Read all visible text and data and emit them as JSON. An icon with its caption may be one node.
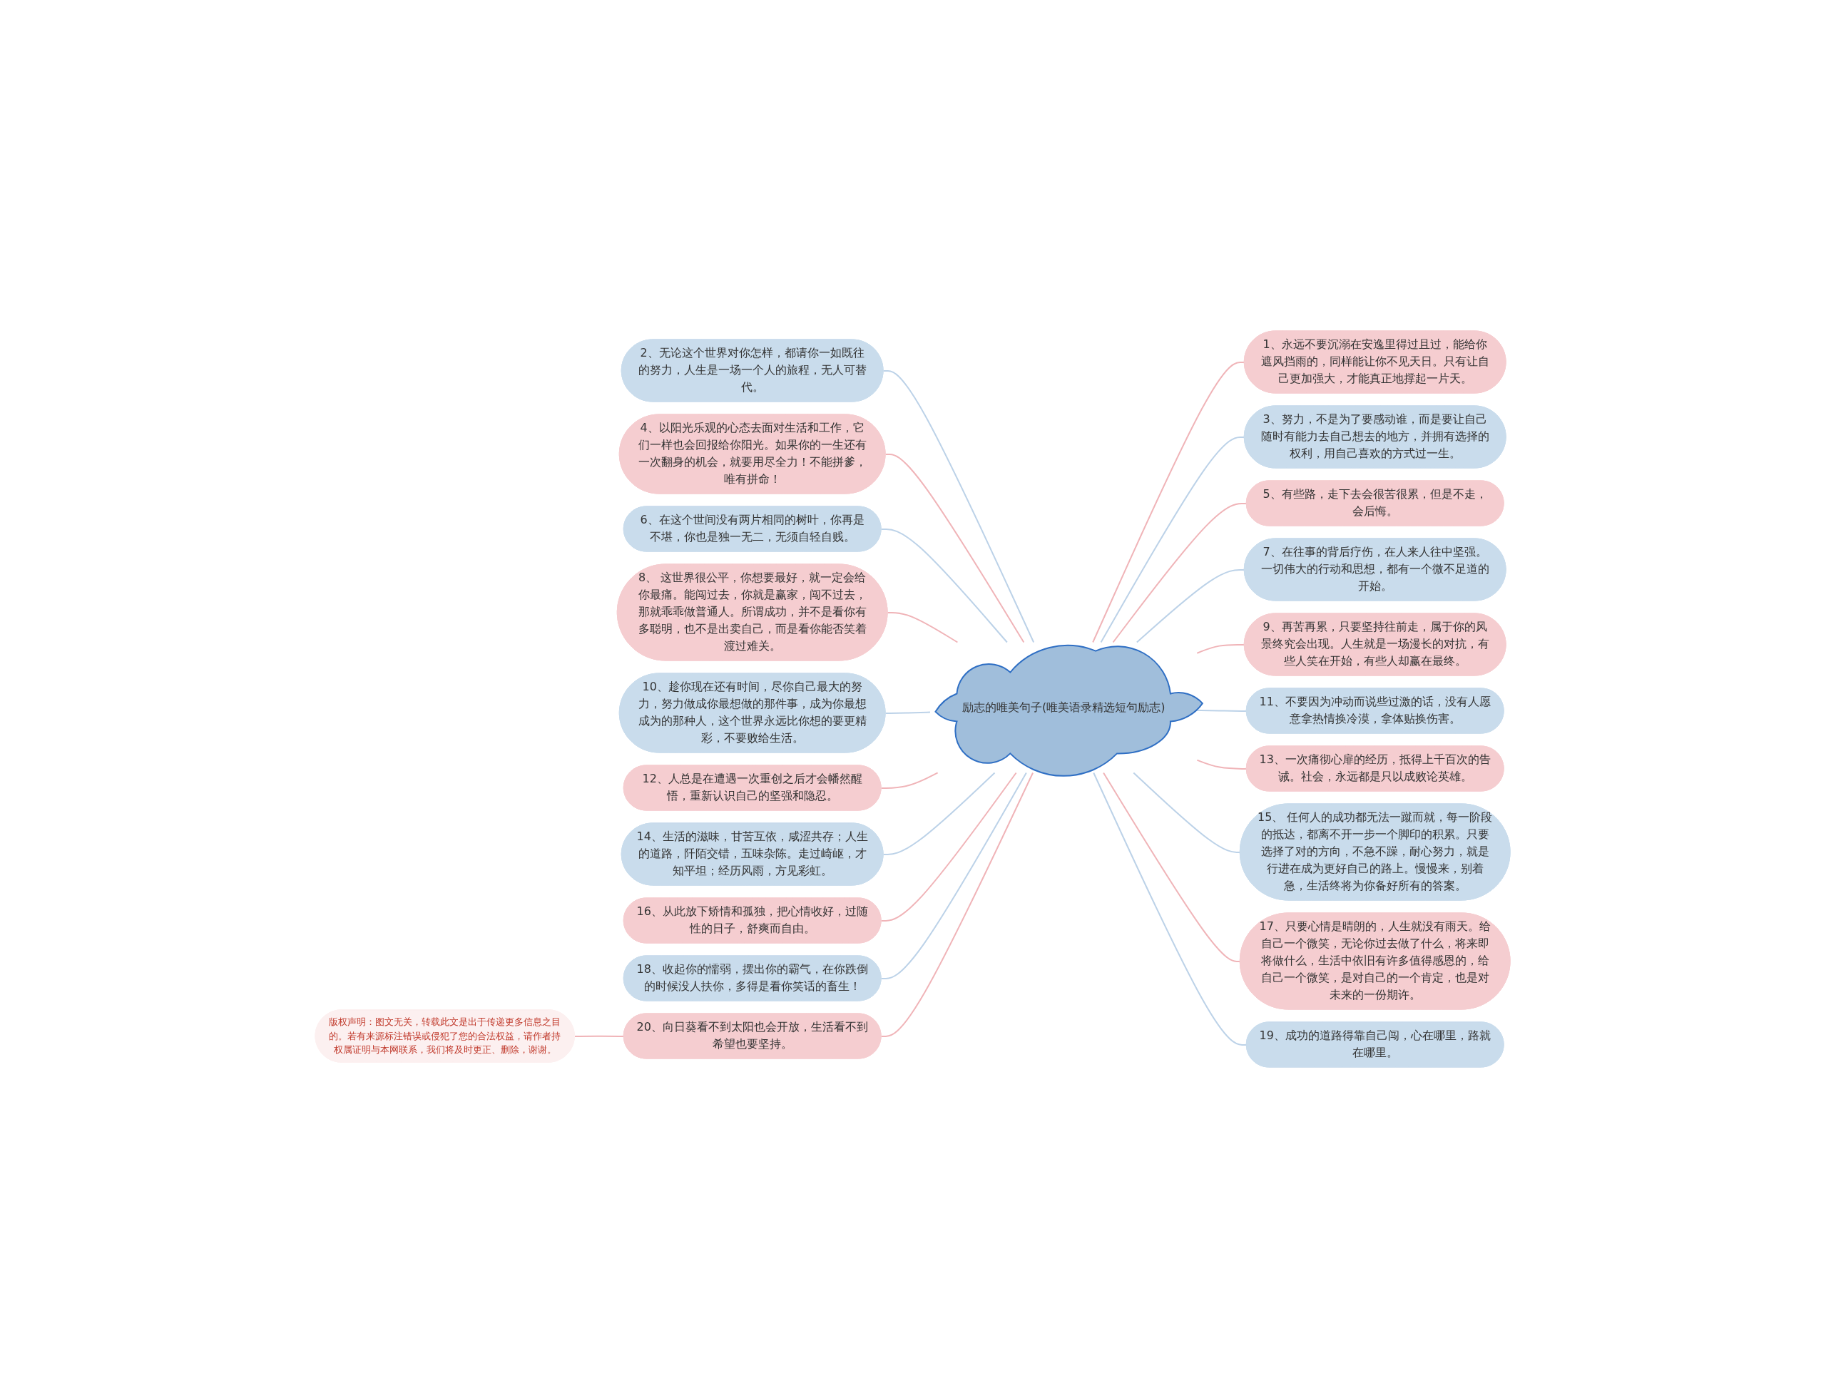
{
  "diagram": {
    "nodes": [
      {
        "text": [
          "励志的唯美句子(唯美语录精选短句励志)"
        ]
      },
      {
        "text": [
          "1、永远不要沉溺在安逸里得过且过，能给你遮风挡雨的，同样能让你不见天日。只有让自己更加强大，才能真正地撑起一片天。"
        ]
      },
      {
        "text": [
          "2、无论这个世界对你怎样，都请你一如既往的努力，人生是一场一个人的旅程，无人可替代。"
        ]
      },
      {
        "text": [
          "3、努力，不是为了要感动谁，而是要让自己随时有能力去自己想去的地方，并拥有选择的权利，用自己喜欢的方式过一生。"
        ]
      },
      {
        "text": [
          "4、以阳光乐观的心态去面对生活和工作，它们一样也会回报给你阳光。如果你的一生还有一次翻身的机会，就要用尽全力！不能拼爹，唯有拼命！"
        ]
      },
      {
        "text": [
          "5、有些路，走下去会很苦很累，但是不走，会后悔。"
        ]
      },
      {
        "text": [
          "6、在这个世间没有两片相同的树叶，你再是不堪，你也是独一无二，无须自轻自贱。"
        ]
      },
      {
        "text": [
          "7、在往事的背后疗伤，在人来人往中坚强。一切伟大的行动和思想，都有一个微不足道的开始。"
        ]
      },
      {
        "text": [
          "8、 这世界很公平，你想要最好，就一定会给你最痛。能闯过去，你就是赢家，闯不过去，那就乖乖做普通人。所谓成功，并不是看你有多聪明，也不是出卖自己，而是看你能否笑着渡过难关。"
        ]
      },
      {
        "text": [
          "9、再苦再累，只要坚持往前走，属于你的风景终究会出现。人生就是一场漫长的对抗，有些人笑在开始，有些人却赢在最终。"
        ]
      },
      {
        "text": [
          "10、趁你现在还有时间，尽你自己最大的努力，努力做成你最想做的那件事，成为你最想成为的那种人，这个世界永远比你想的要更精彩，不要败给生活。"
        ]
      },
      {
        "text": [
          "11、不要因为冲动而说些过激的话，没有人愿意拿热情换冷漠，拿体贴换伤害。"
        ]
      },
      {
        "text": [
          "12、人总是在遭遇一次重创之后才会幡然醒悟，重新认识自己的坚强和隐忍。"
        ]
      },
      {
        "text": [
          "13、一次痛彻心扉的经历，抵得上千百次的告诫。社会，永远都是只以成败论英雄。"
        ]
      },
      {
        "text": [
          "14、生活的滋味，甘苦互依，咸涩共存；人生的道路，阡陌交错，五味杂陈。走过崎岖，才知平坦；经历风雨，方见彩虹。"
        ]
      },
      {
        "text": [
          "15、 任何人的成功都无法一蹴而就，每一阶段的抵达，都离不开一步一个脚印的积累。只要选择了对的方向，不急不躁，耐心努力，就是行进在成为更好自己的路上。慢慢来，别着急，生活终将为你备好所有的答案。"
        ]
      },
      {
        "text": [
          "16、从此放下矫情和孤独，把心情收好，过随性的日子，舒爽而自由。"
        ]
      },
      {
        "text": [
          "17、只要心情是晴朗的，人生就没有雨天。给自己一个微笑，无论你过去做了什么，将来即将做什么，生活中依旧有许多值得感恩的，给自己一个微笑，是对自己的一个肯定，也是对未来的一份期许。"
        ]
      },
      {
        "text": [
          "18、收起你的懦弱，摆出你的霸气，在你跌倒的时候没人扶你，多得是看你笑话的畜生！"
        ]
      },
      {
        "text": [
          "19、成功的道路得靠自己闯，心在哪里，路就在哪里。"
        ]
      },
      {
        "text": [
          "20、向日葵看不到太阳也会开放，生活看不到希望也要坚持。"
        ]
      },
      {
        "text": [
          "版权声明：图文无关，转载此文是出于传递更多信息之目的。若有来源标注错误或侵犯了您的合法权益，请作者持权属证明与本网联系，我们将及时更正、删除，谢谢。"
        ]
      }
    ],
    "edges": [
      {
        "from": 0,
        "to": 1,
        "arrow": "none",
        "color": "#f0b4b8"
      },
      {
        "from": 2,
        "to": 0,
        "arrow": "none",
        "color": "#bcd2e8"
      },
      {
        "from": 0,
        "to": 3,
        "arrow": "none",
        "color": "#bcd2e8"
      },
      {
        "from": 4,
        "to": 0,
        "arrow": "none",
        "color": "#f0b4b8"
      },
      {
        "from": 0,
        "to": 5,
        "arrow": "none",
        "color": "#f0b4b8"
      },
      {
        "from": 6,
        "to": 0,
        "arrow": "none",
        "color": "#bcd2e8"
      },
      {
        "from": 0,
        "to": 7,
        "arrow": "none",
        "color": "#bcd2e8"
      },
      {
        "from": 8,
        "to": 0,
        "arrow": "none",
        "color": "#f0b4b8"
      },
      {
        "from": 0,
        "to": 9,
        "arrow": "none",
        "color": "#f0b4b8"
      },
      {
        "from": 10,
        "to": 0,
        "arrow": "none",
        "color": "#bcd2e8"
      },
      {
        "from": 0,
        "to": 11,
        "arrow": "none",
        "color": "#bcd2e8"
      },
      {
        "from": 12,
        "to": 0,
        "arrow": "none",
        "color": "#f0b4b8"
      },
      {
        "from": 0,
        "to": 13,
        "arrow": "none",
        "color": "#f0b4b8"
      },
      {
        "from": 14,
        "to": 0,
        "arrow": "none",
        "color": "#bcd2e8"
      },
      {
        "from": 0,
        "to": 15,
        "arrow": "none",
        "color": "#bcd2e8"
      },
      {
        "from": 16,
        "to": 0,
        "arrow": "none",
        "color": "#f0b4b8"
      },
      {
        "from": 0,
        "to": 17,
        "arrow": "none",
        "color": "#f0b4b8"
      },
      {
        "from": 18,
        "to": 0,
        "arrow": "none",
        "color": "#bcd2e8"
      },
      {
        "from": 0,
        "to": 19,
        "arrow": "none",
        "color": "#bcd2e8"
      },
      {
        "from": 20,
        "to": 0,
        "arrow": "none",
        "color": "#f0b4b8"
      },
      {
        "from": 21,
        "to": 20,
        "arrow": "none",
        "color": "#f0b4b8"
      }
    ]
  }
}
